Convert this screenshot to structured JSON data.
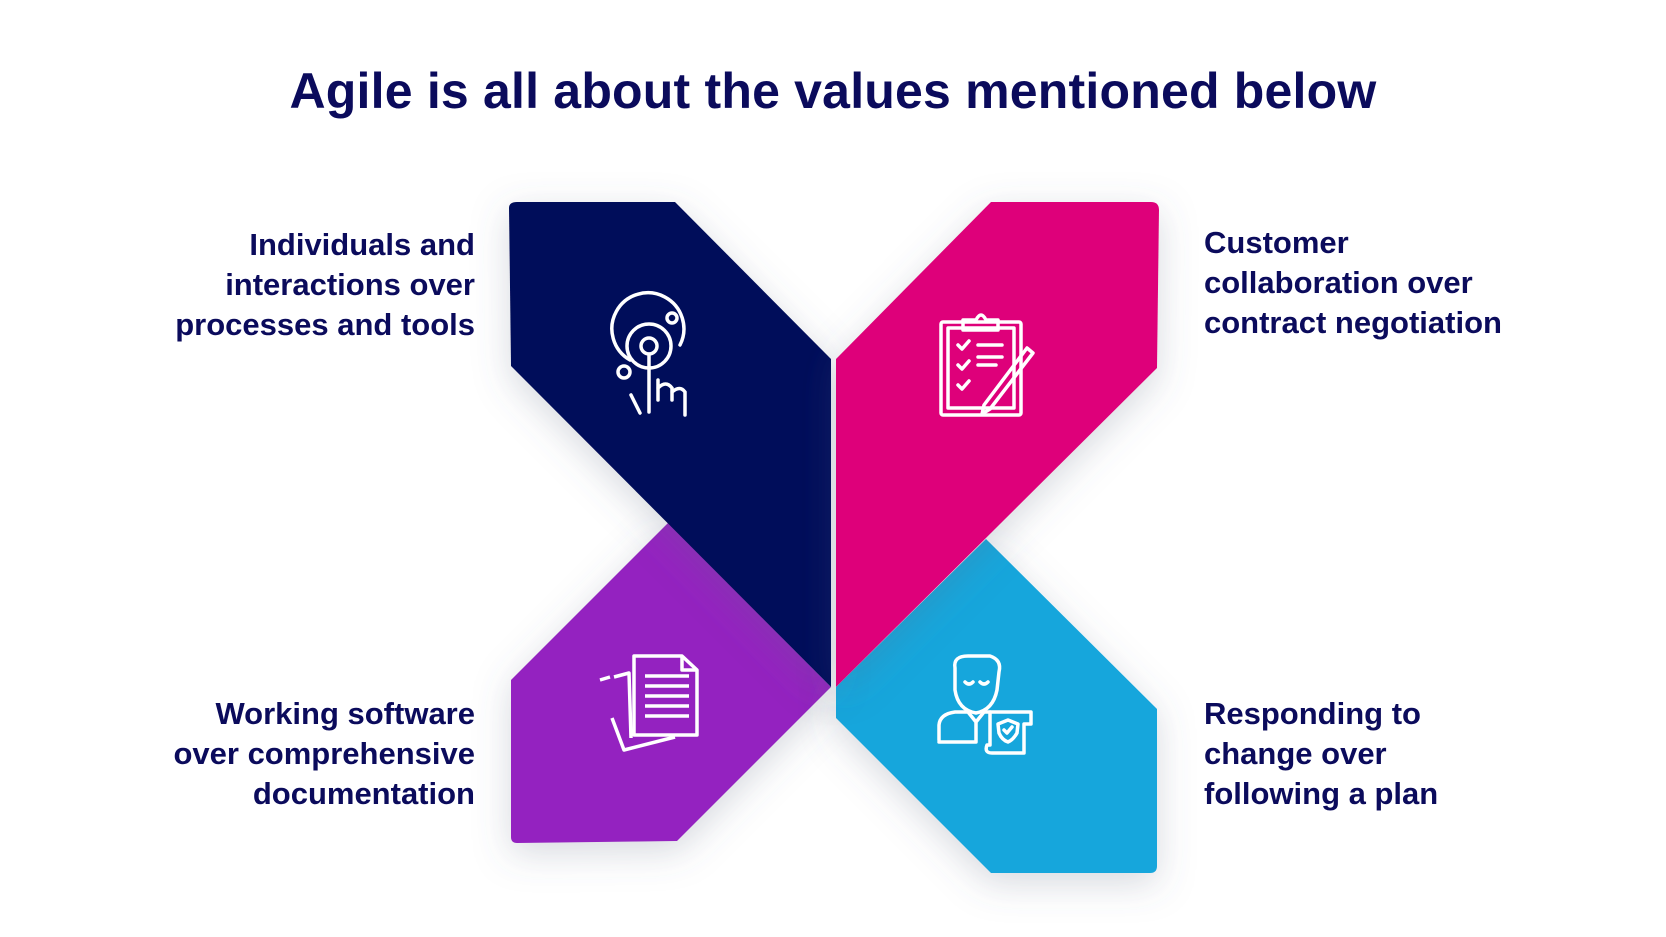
{
  "title": "Agile is all about the values mentioned below",
  "values": [
    {
      "position": "top-left",
      "lines": [
        "Individuals and",
        "interactions over",
        "processes and tools"
      ],
      "icon": "touch-target-icon",
      "color": "#02075a"
    },
    {
      "position": "top-right",
      "lines": [
        "Customer",
        "collaboration over",
        "contract negotiation"
      ],
      "icon": "clipboard-checklist-icon",
      "color": "#de067a"
    },
    {
      "position": "bottom-left",
      "lines": [
        "Working software",
        "over comprehensive",
        "documentation"
      ],
      "icon": "documents-icon",
      "color": "#9420c0"
    },
    {
      "position": "bottom-right",
      "lines": [
        "Responding to",
        "change over",
        "following a plan"
      ],
      "icon": "person-with-plan-icon",
      "color": "#17a6dc"
    }
  ]
}
